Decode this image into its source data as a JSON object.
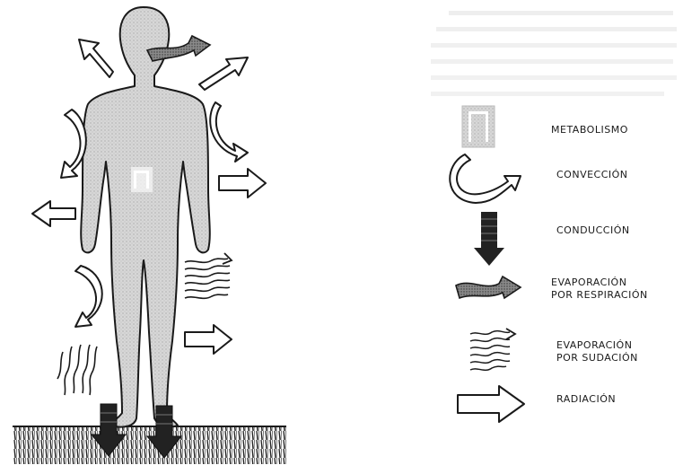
{
  "legend": {
    "metabolismo": "METABOLISMO",
    "conveccion": "CONVECCIÓN",
    "conduccion": "CONDUCCIÓN",
    "evaporacion_respiracion": [
      "EVAPORACIÓN",
      "POR RESPIRACIÓN"
    ],
    "evaporacion_sudacion": [
      "EVAPORACIÓN",
      "POR SUDACIÓN"
    ],
    "radiacion": "RADIACIÓN"
  },
  "icons": {
    "metabolismo": "metabolism-stipple-icon",
    "conveccion": "curved-arrow-icon",
    "conduccion": "stacked-dark-arrow-icon",
    "evaporacion_respiracion": "wavy-arrow-icon",
    "evaporacion_sudacion": "wavy-lines-arrow-icon",
    "radiacion": "outline-arrow-icon"
  },
  "colors": {
    "body_fill": "#d4d4d4",
    "outline": "#1a1a1a",
    "conduction_fill": "#222222"
  }
}
